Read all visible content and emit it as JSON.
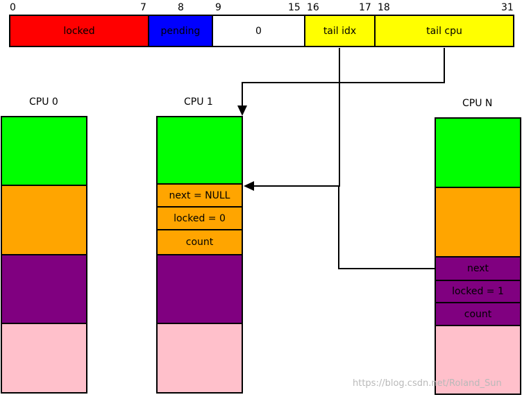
{
  "bit_numbers": {
    "b0": "0",
    "b7": "7",
    "b8": "8",
    "b9": "9",
    "b15": "15",
    "b16": "16",
    "b17": "17",
    "b18": "18",
    "b31": "31"
  },
  "fields": {
    "locked": "locked",
    "pending": "pending",
    "zero": "0",
    "tail_idx": "tail idx",
    "tail_cpu": "tail cpu"
  },
  "cpus": {
    "cpu0": {
      "label": "CPU 0"
    },
    "cpu1": {
      "label": "CPU 1",
      "next": "next = NULL",
      "locked": "locked = 0",
      "count": "count"
    },
    "cpun": {
      "label": "CPU N",
      "next": "next",
      "locked": "locked = 1",
      "count": "count"
    }
  },
  "colors": {
    "red": "#ff0000",
    "blue": "#0000ff",
    "white": "#ffffff",
    "yellow": "#ffff00",
    "green": "#00ff00",
    "orange": "#ffa500",
    "purple": "#800080",
    "pink": "#ffc0cb"
  },
  "watermark": "https://blog.csdn.net/Roland_Sun"
}
